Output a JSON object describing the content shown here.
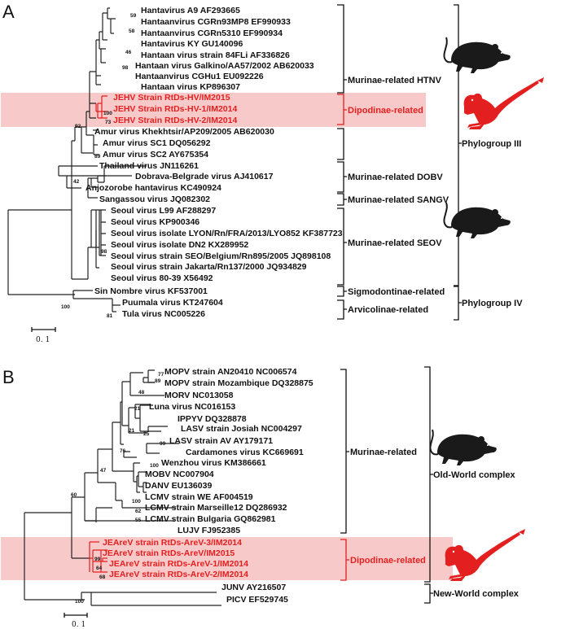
{
  "panel_a": {
    "label": "A",
    "taxa": [
      "Hantavirus A9 AF293665",
      "Hantaanvirus CGRn93MP8 EF990933",
      "Hantaanvirus CGRn5310 EF990934",
      "Hantavirus KY GU140096",
      "Hantaan virus strain 84FLi AF336826",
      "Hantaan virus Galkino/AA57/2002 AB620033",
      "Hantaanvirus CGHu1 EU092226",
      "Hantaan virus KP896307",
      "JEHV Strain RtDs-HV/IM2015",
      "JEHV Strain RtDs-HV-1/IM2014",
      "JEHV Strain RtDs-HV-2/IM2014",
      "Amur virus Khekhtsir/AP209/2005 AB620030",
      "Amur virus SC1 DQ056292",
      "Amur virus SC2 AY675354",
      "Thailand virus JN116261",
      "Dobrava-Belgrade virus AJ410617",
      "Anjozorobe hantavirus KC490924",
      "Sangassou virus JQ082302",
      "Seoul virus L99 AF288297",
      "Seoul virus KP900346",
      "Seoul virus isolate LYON/Rn/FRA/2013/LYO852 KF387723",
      "Seoul virus isolate DN2 KX289952",
      "Seoul virus strain SEO/Belgium/Rn895/2005 JQ898108",
      "Seoul virus strain Jakarta/Rn137/2000 JQ934829",
      "Seoul virus 80-39 X56492",
      "Sin Nombre virus KF537001",
      "Puumala virus KT247604",
      "Tula virus NC005226"
    ],
    "bootstrap": [
      "59",
      "58",
      "46",
      "98",
      "100",
      "73",
      "92",
      "89",
      "42",
      "98",
      "100",
      "81"
    ],
    "clades": [
      "Murinae-related HTNV",
      "Dipodinae-related",
      "Murinae-related DOBV",
      "Murinae-related SANGV",
      "Murinae-related SEOV",
      "Sigmodontinae-related",
      "Arvicolinae-related"
    ],
    "phylogroups": [
      "Phylogroup III",
      "Phylogroup IV"
    ],
    "scale": "0. 1"
  },
  "panel_b": {
    "label": "B",
    "taxa": [
      "MOPV strain AN20410 NC006574",
      "MOPV strain Mozambique DQ328875",
      "MORV NC013058",
      "Luna virus NC016153",
      "IPPYV DQ328878",
      "LASV strain Josiah NC004297",
      "LASV strain AV AY179171",
      "Cardamones virus KC669691",
      "Wenzhou virus KM386661",
      "MOBV NC007904",
      "DANV EU136039",
      "LCMV strain WE AF004519",
      "LCMV strain Marseille12 DQ286932",
      "LCMV strain Bulgaria GQ862981",
      "LUJV FJ952385",
      "JEAreV strain RtDs-AreV-3/IM2014",
      "JEAreV strain RtDs-AreV/IM2015",
      "JEAreV strain RtDs-AreV-1/IM2014",
      "JEAreV strain RtDs-AreV-2/IM2014",
      "JUNV AY216507",
      "PICV EF529745"
    ],
    "bootstrap": [
      "77",
      "89",
      "48",
      "21",
      "21",
      "25",
      "99",
      "76",
      "100",
      "47",
      "60",
      "100",
      "62",
      "55",
      "99",
      "64",
      "68",
      "100"
    ],
    "clades": [
      "Murinae-related",
      "Dipodinae-related"
    ],
    "complexes": [
      "Old-World complex",
      "New-World complex"
    ],
    "scale": "0. 1"
  },
  "colors": {
    "highlight": "#f8c9c9",
    "accent": "#e41f1f",
    "rodent_dark": "#1a1a1a",
    "line": "#222222"
  },
  "icons": [
    "black-rat-icon",
    "red-jerboa-icon"
  ]
}
